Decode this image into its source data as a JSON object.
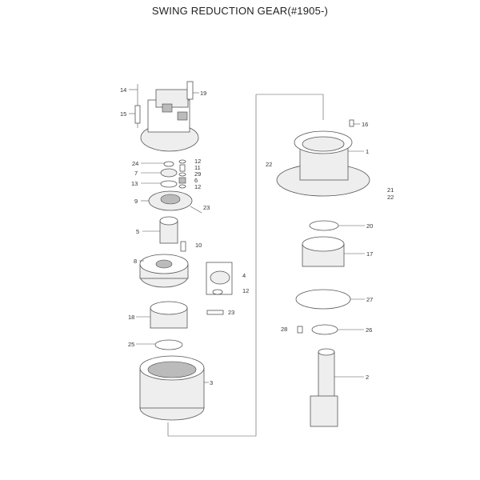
{
  "title": "SWING REDUCTION GEAR(#1905-)",
  "callouts": [
    "14",
    "19",
    "15",
    "16",
    "1",
    "22",
    "21",
    "22",
    "24",
    "12",
    "11",
    "29",
    "7",
    "6",
    "13",
    "12",
    "9",
    "23",
    "20",
    "5",
    "10",
    "17",
    "8",
    "4",
    "12",
    "27",
    "23",
    "18",
    "28",
    "26",
    "25",
    "3",
    "2"
  ]
}
